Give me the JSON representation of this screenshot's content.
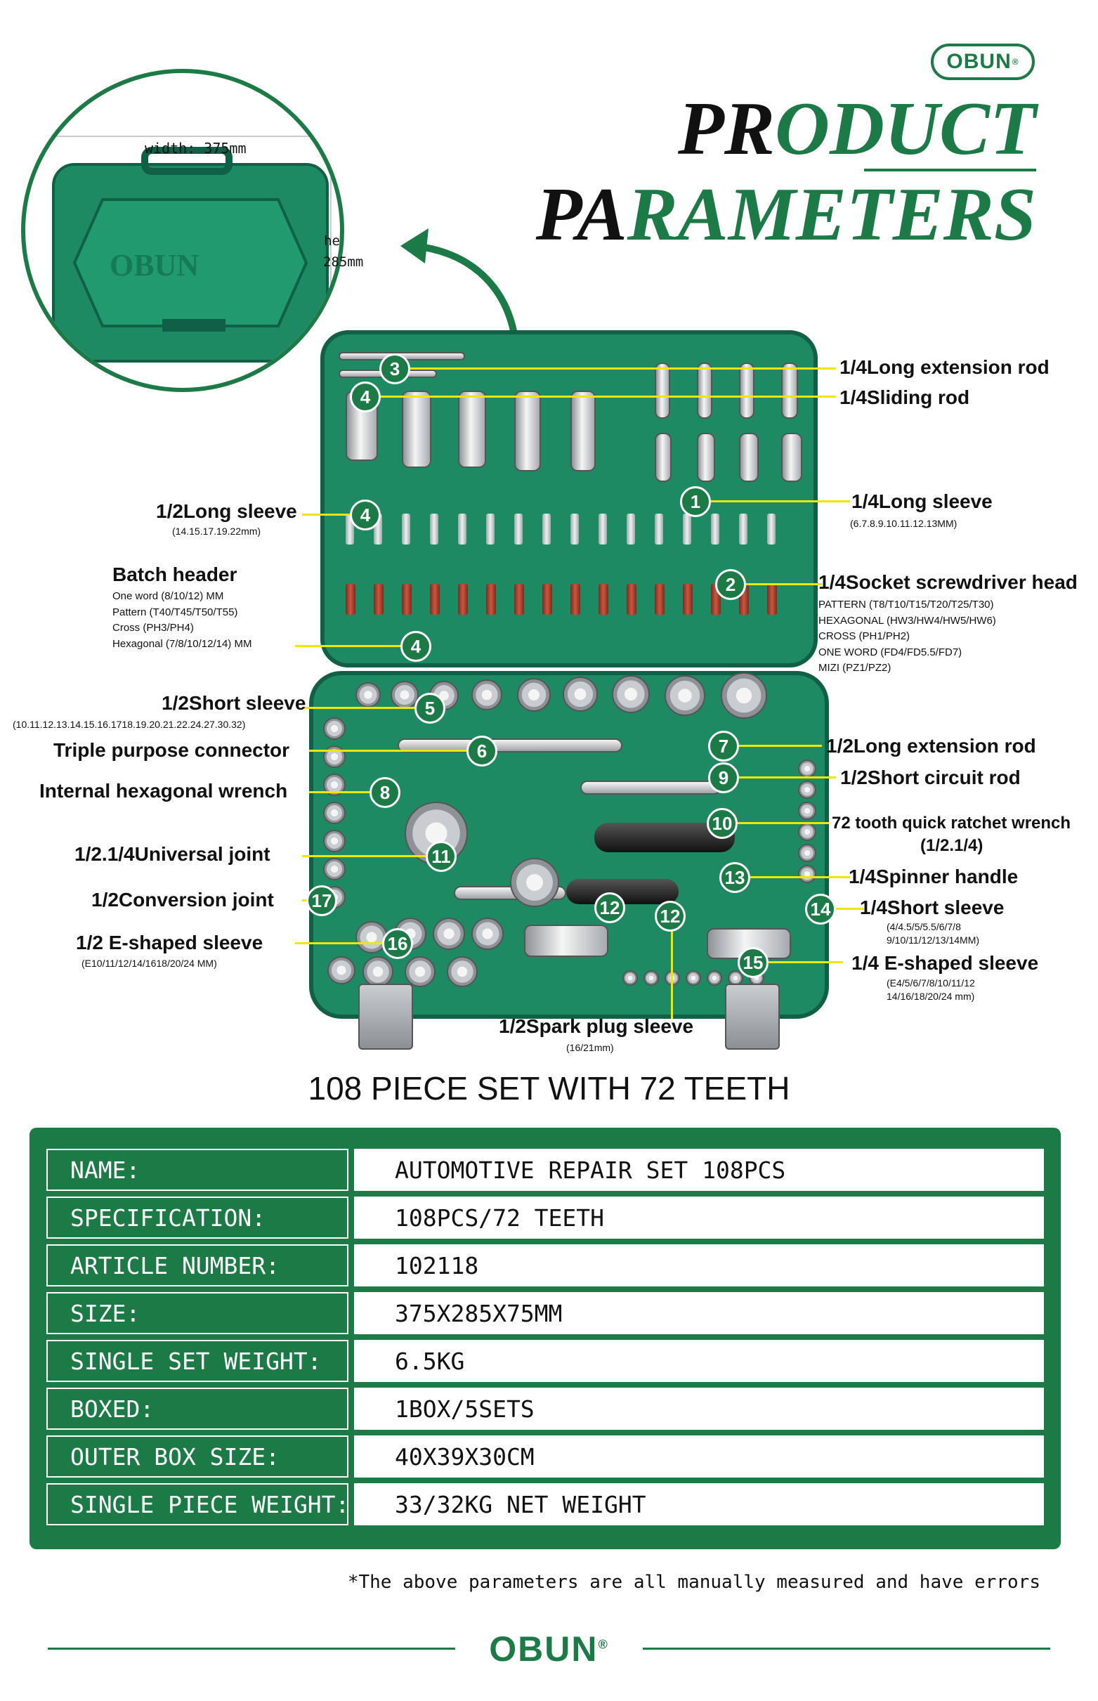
{
  "brand": {
    "name": "OBUN",
    "mark": "®"
  },
  "title": {
    "line1_dark": "PR",
    "line1_green": "ODUCT",
    "line2_dark": "PA",
    "line2_green": "RAMETERS"
  },
  "case_closeup": {
    "logo_text": "OBUN",
    "width_label": "width: 375mm",
    "height_label": "height:",
    "height_value": "285mm"
  },
  "callouts": [
    {
      "num": "3",
      "label": "1/4Long extension rod"
    },
    {
      "num": "4",
      "label": "1/4Sliding rod"
    },
    {
      "num": "1",
      "label": "1/4Long sleeve",
      "sub": "(6.7.8.9.10.11.12.13MM)"
    },
    {
      "num": "4",
      "label": "1/2Long sleeve",
      "sub": "(14.15.17.19.22mm)"
    },
    {
      "num": "2",
      "label": "1/4Socket screwdriver head",
      "sub_lines": [
        "PATTERN (T8/T10/T15/T20/T25/T30)",
        "HEXAGONAL (HW3/HW4/HW5/HW6)",
        "CROSS (PH1/PH2)",
        "ONE WORD (FD4/FD5.5/FD7)",
        "MIZI (PZ1/PZ2)"
      ]
    },
    {
      "num": "4",
      "label": "Batch header",
      "sub_lines": [
        "One word (8/10/12) MM",
        "Pattern (T40/T45/T50/T55)",
        "Cross (PH3/PH4)",
        "Hexagonal (7/8/10/12/14) MM"
      ]
    },
    {
      "num": "5",
      "label": "1/2Short sleeve",
      "sub": "(10.11.12.13.14.15.16.1718.19.20.21.22.24.27.30.32)"
    },
    {
      "num": "6",
      "label": "Triple purpose connector"
    },
    {
      "num": "7",
      "label": "1/2Long extension rod"
    },
    {
      "num": "9",
      "label": "1/2Short circuit rod"
    },
    {
      "num": "8",
      "label": "Internal hexagonal wrench"
    },
    {
      "num": "10",
      "label": "72 tooth quick ratchet wrench",
      "sub": "(1/2.1/4)"
    },
    {
      "num": "11",
      "label": "1/2.1/4Universal joint"
    },
    {
      "num": "13",
      "label": "1/4Spinner handle"
    },
    {
      "num": "17",
      "label": "1/2Conversion joint"
    },
    {
      "num": "12",
      "label": ""
    },
    {
      "num": "12",
      "label": "1/2Spark plug sleeve",
      "sub": "(16/21mm)"
    },
    {
      "num": "14",
      "label": "1/4Short sleeve",
      "sub_lines": [
        "(4/4.5/5/5.5/6/7/8",
        "9/10/11/12/13/14MM)"
      ]
    },
    {
      "num": "16",
      "label": "1/2 E-shaped sleeve",
      "sub": "(E10/11/12/14/1618/20/24 MM)"
    },
    {
      "num": "15",
      "label": "1/4 E-shaped sleeve",
      "sub_lines": [
        "(E4/5/6/7/8/10/11/12",
        "14/16/18/20/24 mm)"
      ]
    }
  ],
  "set_title": "108 PIECE SET WITH 72 TEETH",
  "params": [
    {
      "key": "NAME:",
      "value": "AUTOMOTIVE REPAIR SET 108PCS"
    },
    {
      "key": "SPECIFICATION:",
      "value": "108PCS/72 TEETH"
    },
    {
      "key": "ARTICLE NUMBER:",
      "value": "102118"
    },
    {
      "key": "SIZE:",
      "value": "375X285X75MM"
    },
    {
      "key": "SINGLE SET WEIGHT:",
      "value": "6.5KG"
    },
    {
      "key": "BOXED:",
      "value": "1BOX/5SETS"
    },
    {
      "key": "OUTER BOX SIZE:",
      "value": "40X39X30CM"
    },
    {
      "key": "SINGLE PIECE WEIGHT:",
      "value": "33/32KG NET WEIGHT"
    }
  ],
  "note": "*The above parameters are all manually measured and have errors",
  "colors": {
    "brand_green": "#1c7a46",
    "case_green": "#1d8a64",
    "leader_yellow": "#f0e600"
  }
}
